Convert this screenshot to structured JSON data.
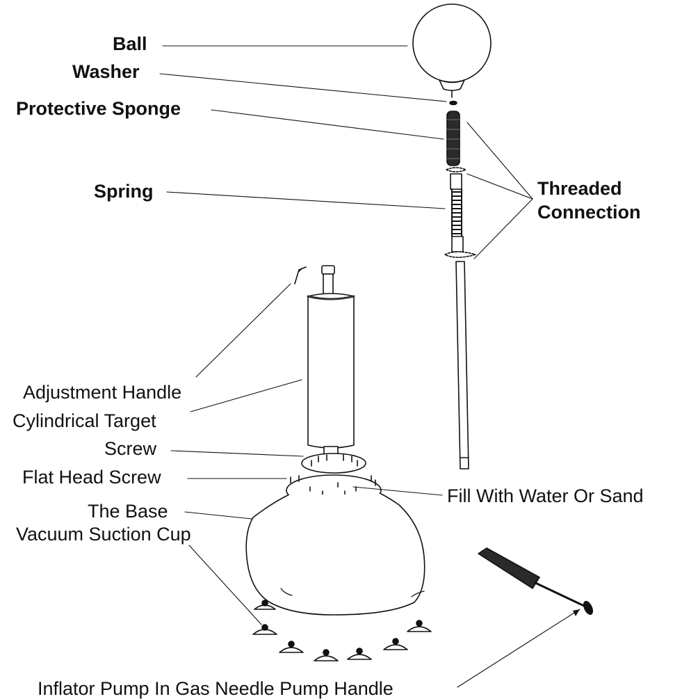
{
  "labels": {
    "ball": "Ball",
    "washer": "Washer",
    "protective_sponge": "Protective Sponge",
    "spring": "Spring",
    "threaded_connection_line1": "Threaded",
    "threaded_connection_line2": "Connection",
    "adjustment_handle": "Adjustment Handle",
    "cylindrical_target": "Cylindrical Target",
    "screw": "Screw",
    "flat_head_screw": "Flat Head Screw",
    "fill_with_water_or_sand": "Fill With Water Or Sand",
    "the_base": "The Base",
    "vacuum_suction_cup": "Vacuum Suction Cup",
    "inflator_pump": "Inflator Pump In Gas Needle Pump Handle"
  },
  "colors": {
    "ink": "#111111",
    "fill": "#ffffff",
    "dark_part": "#2a2a2a"
  }
}
